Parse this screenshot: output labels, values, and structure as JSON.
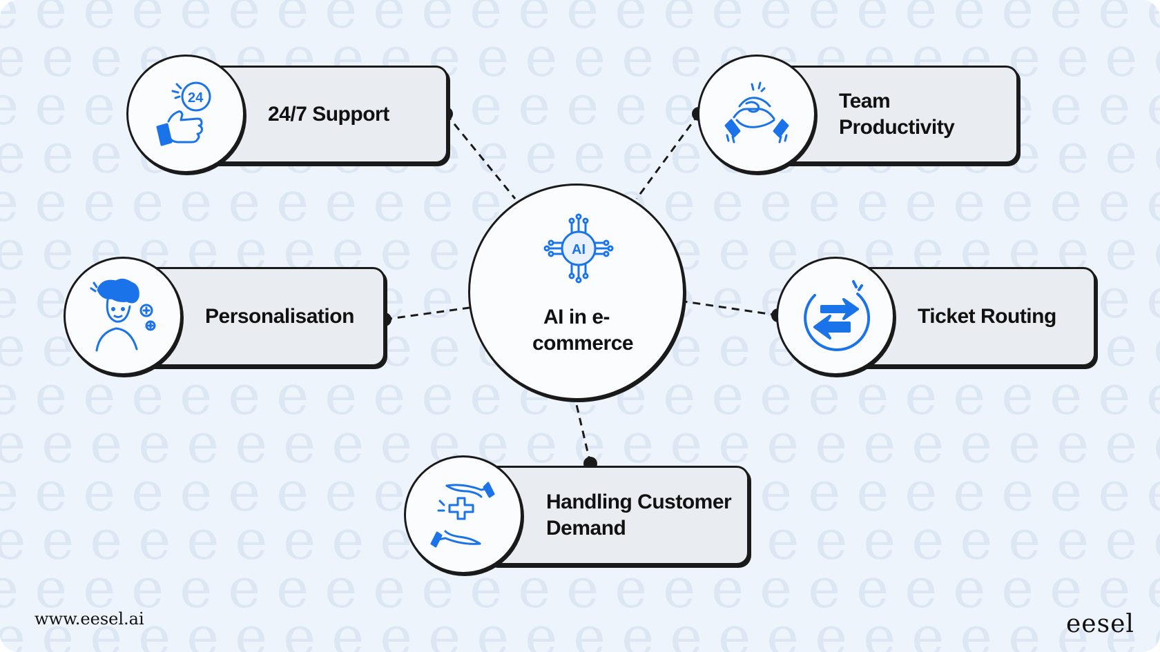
{
  "center": {
    "label": "AI in e-commerce",
    "icon": "ai-chip-icon",
    "icon_text": "AI"
  },
  "nodes": [
    {
      "id": "support",
      "label": "24/7 Support",
      "icon": "thumbs-up-24-icon"
    },
    {
      "id": "productivity",
      "label": "Team Productivity",
      "icon": "handshake-icon"
    },
    {
      "id": "personalisation",
      "label": "Personalisation",
      "icon": "person-plus-icon"
    },
    {
      "id": "routing",
      "label": "Ticket Routing",
      "icon": "swap-arrows-icon"
    },
    {
      "id": "demand",
      "label": "Handling Customer Demand",
      "icon": "helping-hands-icon"
    }
  ],
  "footer": {
    "url": "www.eesel.ai",
    "brand": "eesel"
  },
  "background_glyph": "e",
  "colors": {
    "background": "#eef4fc",
    "pattern": "#dde7f4",
    "card": "#e9edf2",
    "accent": "#1a73e8",
    "stroke": "#1a1a1a"
  }
}
